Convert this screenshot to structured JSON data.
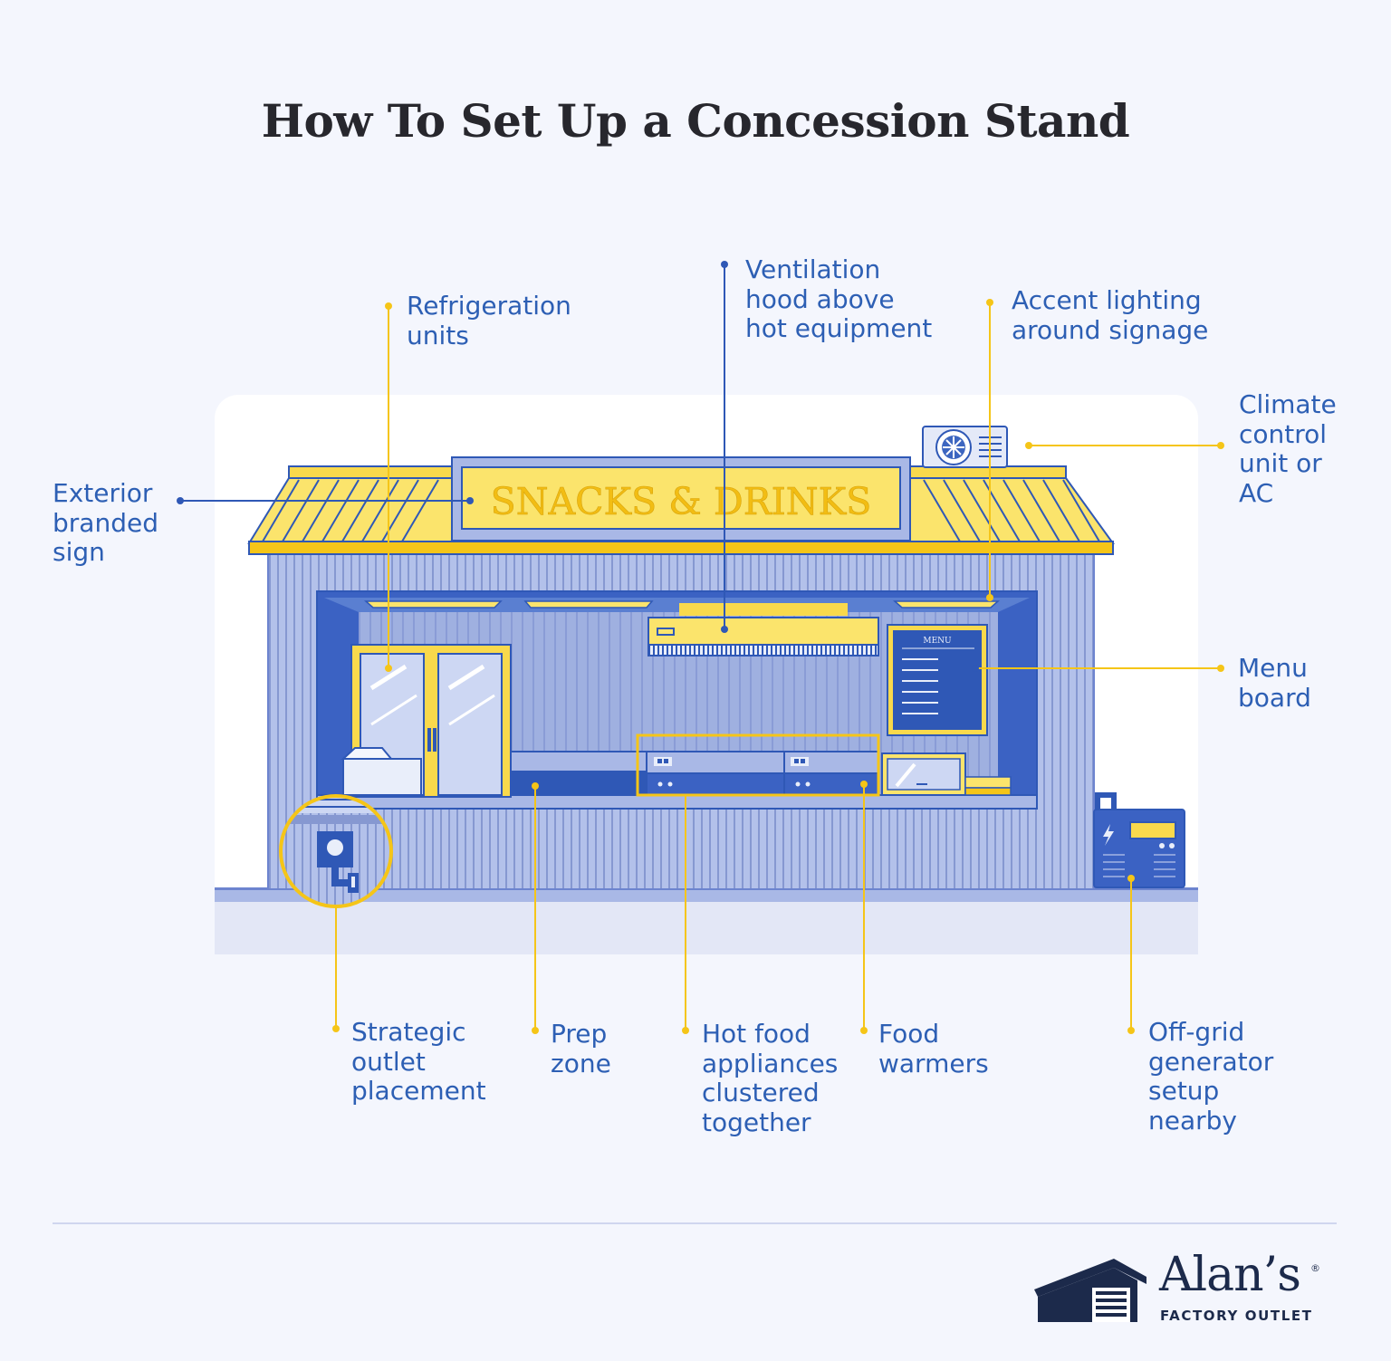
{
  "title": "How To Set Up a Concession Stand",
  "sign_text": "SNACKS & DRINKS",
  "menu_board_text": "MENU",
  "callouts": {
    "refrigeration": [
      "Refrigeration",
      "units"
    ],
    "ventilation": [
      "Ventilation",
      "hood above",
      "hot equipment"
    ],
    "accent_lighting": [
      "Accent lighting",
      "around signage"
    ],
    "climate": [
      "Climate",
      "control",
      "unit or",
      "AC"
    ],
    "exterior_sign": [
      "Exterior",
      "branded",
      "sign"
    ],
    "menu_board": [
      "Menu",
      "board"
    ],
    "outlet": [
      "Strategic",
      "outlet",
      "placement"
    ],
    "prep_zone": [
      "Prep",
      "zone"
    ],
    "hot_food": [
      "Hot food",
      "appliances",
      "clustered",
      "together"
    ],
    "food_warmers": [
      "Food",
      "warmers"
    ],
    "generator": [
      "Off-grid",
      "generator",
      "setup",
      "nearby"
    ]
  },
  "brand": {
    "name": "Alan’s",
    "registered": "®",
    "tagline": "FACTORY OUTLET"
  },
  "colors": {
    "label_blue": "#2d5fb4",
    "accent_yellow": "#f5c518",
    "stand_blue": "#a8b7e3",
    "dark_blue": "#2f58b6",
    "navy": "#1c2a4b"
  }
}
